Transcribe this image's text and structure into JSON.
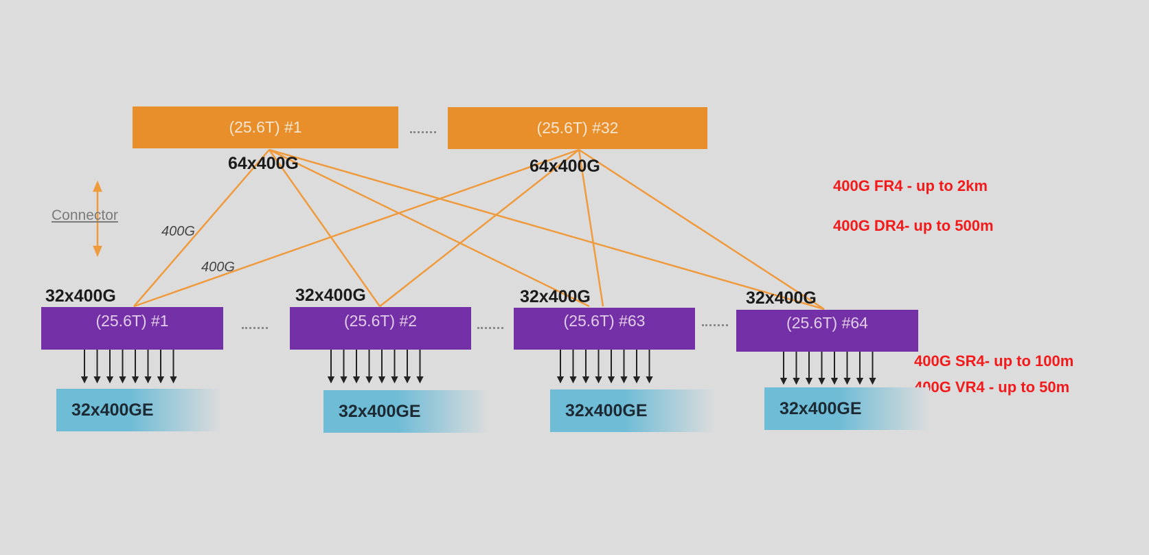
{
  "spines": [
    {
      "label": "(25.6T) #1",
      "ports": "64x400G"
    },
    {
      "label": "(25.6T) #32",
      "ports": "64x400G"
    }
  ],
  "leaves": [
    {
      "label": "(25.6T) #1",
      "ports": "32x400G",
      "server": "32x400GE"
    },
    {
      "label": "(25.6T) #2",
      "ports": "32x400G",
      "server": "32x400GE"
    },
    {
      "label": "(25.6T) #63",
      "ports": "32x400G",
      "server": "32x400GE"
    },
    {
      "label": "(25.6T) #64",
      "ports": "32x400G",
      "server": "32x400GE"
    }
  ],
  "link_labels": [
    "400G",
    "400G"
  ],
  "connector_label": "Connector",
  "optics": {
    "fr4": "400G  FR4 - up to 2km",
    "dr4": "400G  DR4- up to 500m",
    "sr4": "400G  SR4- up to 100m",
    "vr4": "400G  VR4 - up to 50m"
  },
  "colors": {
    "spine": "#e88e2a",
    "leaf": "#7430a6",
    "server": "#6fbcd6",
    "optics_text": "#f21a1a"
  }
}
